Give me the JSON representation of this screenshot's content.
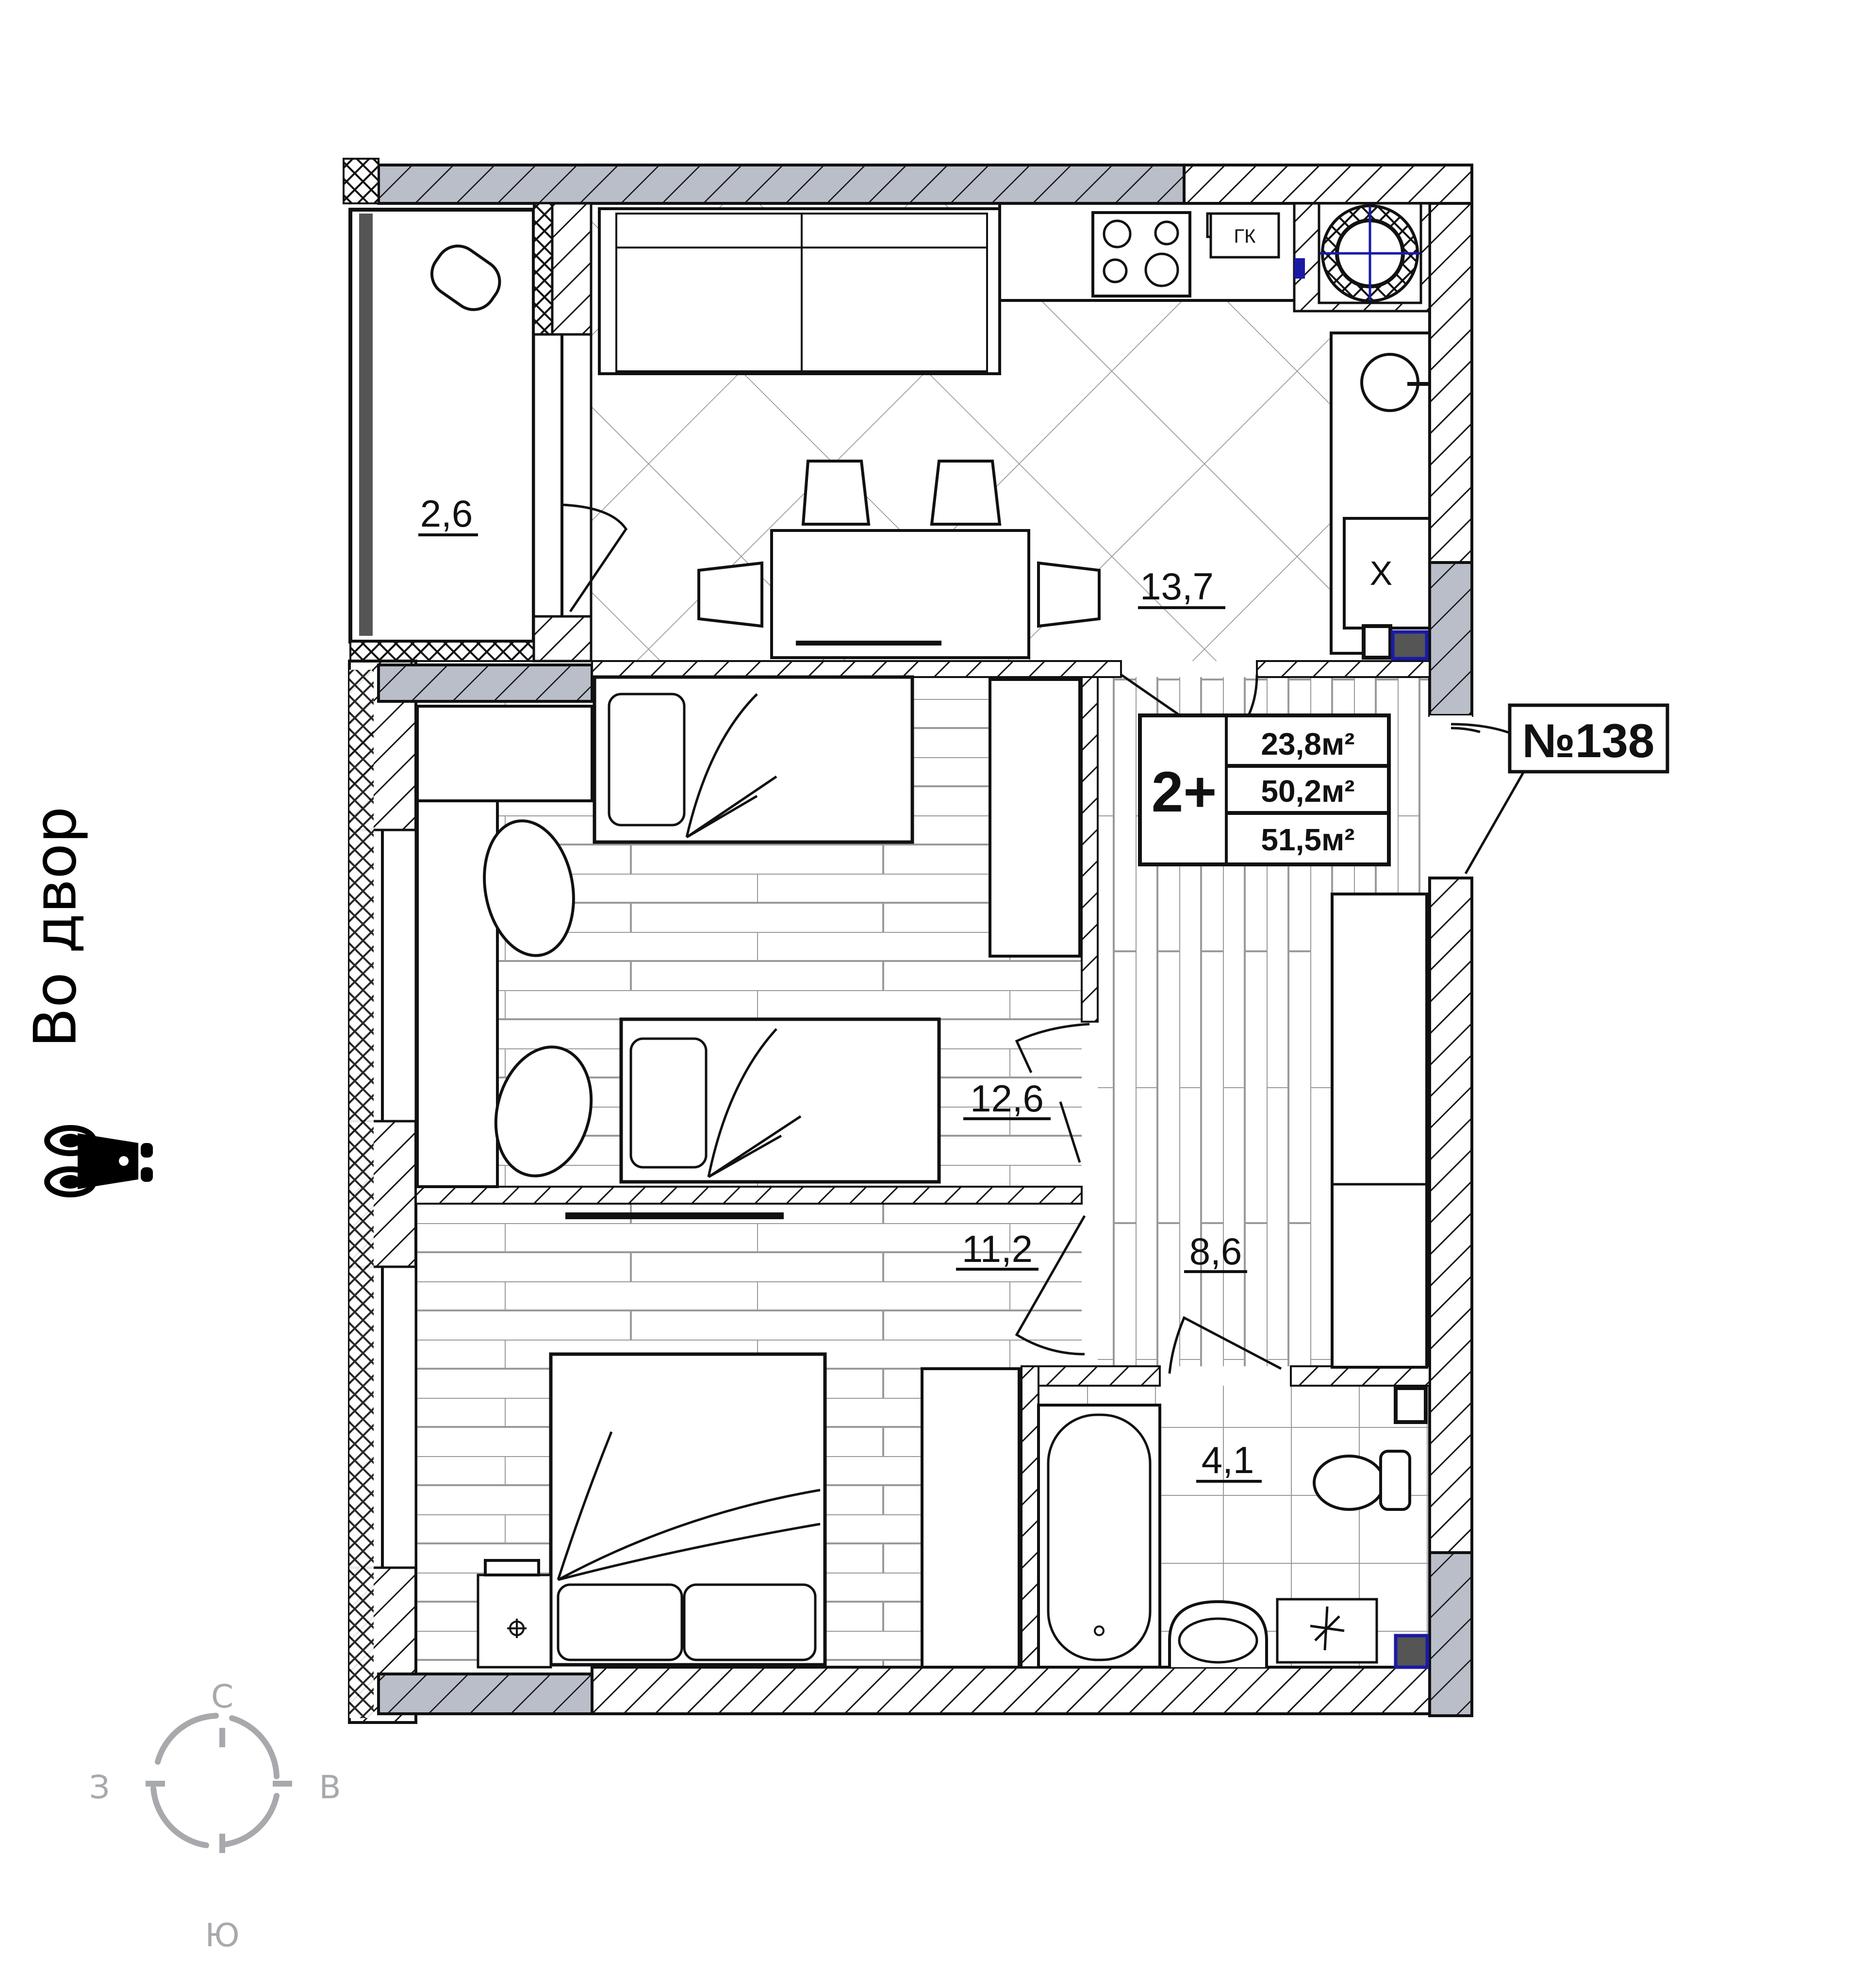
{
  "plan": {
    "apartment_number": "№138",
    "rooms_count": "2+",
    "areas": {
      "living": "23,8м²",
      "total": "50,2м²",
      "total_with_balcony": "51,5м²"
    },
    "rooms": [
      {
        "id": "balcony",
        "area": "2,6"
      },
      {
        "id": "kitchen-living",
        "area": "13,7"
      },
      {
        "id": "children-room",
        "area": "12,6"
      },
      {
        "id": "bedroom",
        "area": "11,2"
      },
      {
        "id": "hallway",
        "area": "8,6"
      },
      {
        "id": "bathroom",
        "area": "4,1"
      }
    ],
    "fixtures": {
      "gas_boiler_label": "ГК",
      "fridge_label": "Х"
    }
  },
  "orientation": {
    "view_label": "Во двор",
    "view_icon": "binoculars-icon",
    "compass": {
      "north": "С",
      "south": "Ю",
      "east": "В",
      "west": "З"
    }
  },
  "colors": {
    "wall_gray": "#b9bec8",
    "line": "#111111",
    "floor_grid": "#9a9a9a",
    "compass": "#a7a9ac",
    "riser_blue": "#1a1aa6"
  }
}
